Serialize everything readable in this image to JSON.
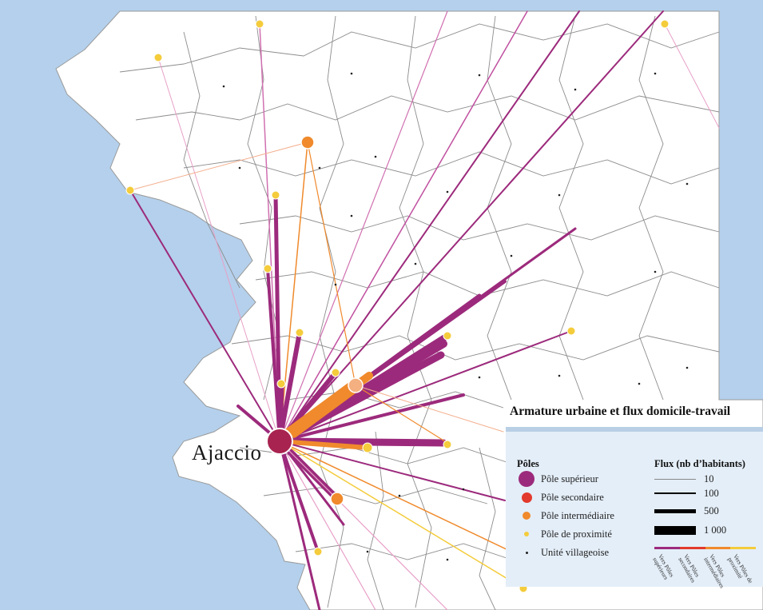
{
  "map": {
    "city_label": "Ajaccio",
    "sea_color": "#b4d0ec",
    "land_color": "#ffffff",
    "border_color": "#8c8c8c"
  },
  "legend": {
    "title": "Armature urbaine et flux domicile-travail",
    "poles": {
      "title": "Pôles",
      "items": [
        {
          "label": "Pôle supérieur",
          "color": "#9c2a7c"
        },
        {
          "label": "Pôle secondaire",
          "color": "#e23a2c"
        },
        {
          "label": "Pôle intermédiaire",
          "color": "#f08a2c"
        },
        {
          "label": "Pôle de proximité",
          "color": "#f4cc3c"
        },
        {
          "label": "Unité villageoise",
          "color": "#222222"
        }
      ]
    },
    "flux": {
      "title": "Flux (nb d’habitants)",
      "items": [
        {
          "label": "10"
        },
        {
          "label": "100"
        },
        {
          "label": "500"
        },
        {
          "label": "1 000"
        }
      ]
    },
    "destinations": [
      {
        "label": "Vers Pôles supérieurs",
        "color": "#9c2a7c"
      },
      {
        "label": "Vers Pôles secondaires",
        "color": "#e23a2c"
      },
      {
        "label": "Vers Pôles intermédiaires",
        "color": "#f08a2c"
      },
      {
        "label": "Vers Pôles de proximité",
        "color": "#f4cc3c"
      }
    ]
  }
}
